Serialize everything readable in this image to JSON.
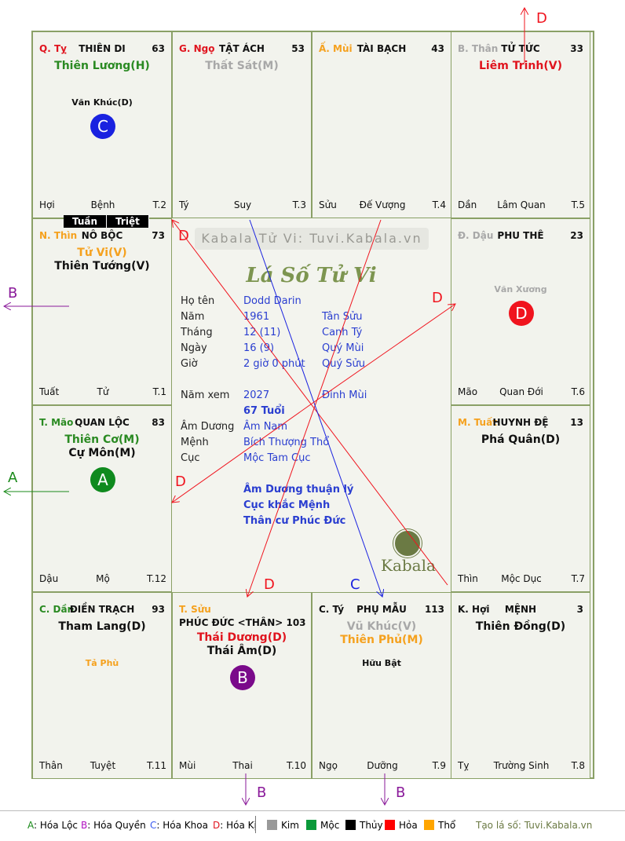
{
  "cells": [
    {
      "id": "thien-di",
      "stem": "Q. Tỵ",
      "stem_color": "#e0141e",
      "name": "THIÊN DI",
      "age": "63",
      "majors": [
        {
          "t": "Thiên Lương(H)",
          "c": "#2a8a22"
        }
      ],
      "minor": {
        "t": "Văn Khúc(D)",
        "c": "#111"
      },
      "badge": {
        "t": "C",
        "c": "#1a22e0"
      },
      "foot": [
        "Hợi",
        "Bệnh",
        "T.2"
      ]
    },
    {
      "id": "tat-ach",
      "stem": "G. Ngọ",
      "stem_color": "#e0141e",
      "name": "TẬT ÁCH",
      "age": "53",
      "majors": [
        {
          "t": "Thất Sát(M)",
          "c": "#a8a8a8"
        }
      ],
      "foot": [
        "Tý",
        "Suy",
        "T.3"
      ]
    },
    {
      "id": "tai-bach",
      "stem": "Ấ. Mùi",
      "stem_color": "#f5a11e",
      "name": "TÀI BẠCH",
      "age": "43",
      "majors": [],
      "foot": [
        "Sửu",
        "Đế Vượng",
        "T.4"
      ]
    },
    {
      "id": "tu-tuc",
      "stem": "B. Thân",
      "stem_color": "#a8a8a8",
      "name": "TỬ TỨC",
      "age": "33",
      "majors": [
        {
          "t": "Liêm Trinh(V)",
          "c": "#e0141e"
        }
      ],
      "foot": [
        "Dần",
        "Lâm Quan",
        "T.5"
      ]
    },
    {
      "id": "no-boc",
      "stem": "N. Thìn",
      "stem_color": "#f5a11e",
      "name": "NÔ BỘC",
      "age": "73",
      "majors": [
        {
          "t": "Tử Vi(V)",
          "c": "#f5a11e"
        },
        {
          "t": "Thiên Tướng(V)",
          "c": "#111"
        }
      ],
      "foot": [
        "Tuất",
        "Tử",
        "T.1"
      ]
    },
    {
      "id": "phu-the",
      "stem": "Đ. Dậu",
      "stem_color": "#a8a8a8",
      "name": "PHU THÊ",
      "age": "23",
      "majors": [],
      "minor": {
        "t": "Văn Xương",
        "c": "#a8a8a8"
      },
      "badge": {
        "t": "D",
        "c": "#f0141e"
      },
      "foot": [
        "Mão",
        "Quan Đới",
        "T.6"
      ]
    },
    {
      "id": "quan-loc",
      "stem": "T. Mão",
      "stem_color": "#2a8a22",
      "name": "QUAN LỘC",
      "age": "83",
      "majors": [
        {
          "t": "Thiên Cơ(M)",
          "c": "#2a8a22"
        },
        {
          "t": "Cự Môn(M)",
          "c": "#111"
        }
      ],
      "badge": {
        "t": "A",
        "c": "#0f8a1e"
      },
      "foot": [
        "Dậu",
        "Mộ",
        "T.12"
      ]
    },
    {
      "id": "huynh-de",
      "stem": "M. Tuất",
      "stem_color": "#f5a11e",
      "name": "HUYNH ĐỆ",
      "age": "13",
      "majors": [
        {
          "t": "Phá Quân(D)",
          "c": "#111"
        }
      ],
      "foot": [
        "Thìn",
        "Mộc Dục",
        "T.7"
      ]
    },
    {
      "id": "dien-trach",
      "stem": "C. Dần",
      "stem_color": "#2a8a22",
      "name": "ĐIỀN TRẠCH",
      "age": "93",
      "majors": [
        {
          "t": "Tham Lang(D)",
          "c": "#111"
        }
      ],
      "minor": {
        "t": "Tả Phù",
        "c": "#f5a11e"
      },
      "foot": [
        "Thân",
        "Tuyệt",
        "T.11"
      ]
    },
    {
      "id": "phuc-duc",
      "stem": "T. Sửu",
      "stem_color": "#f5a11e",
      "name": "PHÚC ĐỨC <THÂN> 103",
      "age": "",
      "majors": [
        {
          "t": "Thái Dương(D)",
          "c": "#e0141e"
        },
        {
          "t": "Thái Âm(D)",
          "c": "#111"
        }
      ],
      "badge": {
        "t": "B",
        "c": "#7a0a8a"
      },
      "foot": [
        "Mùi",
        "Thai",
        "T.10"
      ]
    },
    {
      "id": "phu-mau",
      "stem": "C. Tý",
      "stem_color": "#111",
      "name": "PHỤ MẪU",
      "age": "113",
      "majors": [
        {
          "t": "Vũ Khúc(V)",
          "c": "#a8a8a8"
        },
        {
          "t": "Thiên Phủ(M)",
          "c": "#f5a11e"
        }
      ],
      "minor": {
        "t": "Hữu Bật",
        "c": "#111"
      },
      "foot": [
        "Ngọ",
        "Dưỡng",
        "T.9"
      ]
    },
    {
      "id": "menh",
      "stem": "K. Hợi",
      "stem_color": "#111",
      "name": "MỆNH",
      "age": "3",
      "majors": [
        {
          "t": "Thiên Đồng(D)",
          "c": "#111"
        }
      ],
      "foot": [
        "Tỵ",
        "Trường Sinh",
        "T.8"
      ]
    }
  ],
  "tuan_triet": [
    "Tuần",
    "Triệt"
  ],
  "center": {
    "banner": "Kabala Tử Vi: Tuvi.Kabala.vn",
    "title": "Lá Số Tử Vi",
    "rows": [
      {
        "label": "Họ tên",
        "v1": "Dodd Darin",
        "v2": ""
      },
      {
        "label": "Năm",
        "v1": "1961",
        "v2": "Tân Sửu"
      },
      {
        "label": "Tháng",
        "v1": "12  (11)",
        "v2": "Canh Tý"
      },
      {
        "label": "Ngày",
        "v1": "16  (9)",
        "v2": "Quý Mùi"
      },
      {
        "label": "Giờ",
        "v1": "2 giờ 0 phút",
        "v2": "Quý Sửu"
      },
      {
        "label": "Năm xem",
        "v1": "2027",
        "v2": "Đinh Mùi"
      },
      {
        "label": "",
        "v1": "67 Tuổi",
        "v2": ""
      },
      {
        "label": "Âm Dương",
        "v1": "Âm Nam",
        "v2": ""
      },
      {
        "label": "Mệnh",
        "v1": "Bích Thượng Thổ",
        "v2": ""
      },
      {
        "label": "Cục",
        "v1": "Mộc Tam Cục",
        "v2": ""
      }
    ],
    "notes": [
      "Âm Dương thuận lý",
      "Cục khắc Mệnh",
      "Thân cư Phúc Đức"
    ],
    "logo_text": "Kabala"
  },
  "arrow_labels": {
    "a": "A",
    "b": "B",
    "c": "C",
    "d": "D"
  },
  "arrow_colors": {
    "a": "#1a8a1a",
    "b": "#8a1a9a",
    "c": "#1a22e0",
    "d": "#f0141e"
  },
  "legend": {
    "hoa": [
      {
        "k": "A",
        "t": ": Hóa Lộc",
        "c": "#1a8a1a"
      },
      {
        "k": "B",
        "t": ": Hóa Quyền",
        "c": "#b010c0"
      },
      {
        "k": "C",
        "t": ": Hóa Khoa",
        "c": "#3a5af0"
      },
      {
        "k": "D",
        "t": ": Hóa Kị",
        "c": "#e0141e"
      }
    ],
    "elements": [
      {
        "t": "Kim",
        "c": "#999999"
      },
      {
        "t": "Mộc",
        "c": "#0a9a3a"
      },
      {
        "t": "Thủy",
        "c": "#000000"
      },
      {
        "t": "Hỏa",
        "c": "#ff0000"
      },
      {
        "t": "Thổ",
        "c": "#ffa500"
      }
    ],
    "credit": "Tạo lá số: Tuvi.Kabala.vn"
  }
}
